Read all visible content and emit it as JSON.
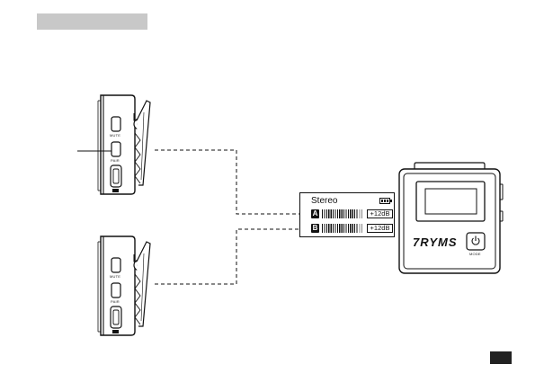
{
  "header": {
    "title": ""
  },
  "transmitters": [
    {
      "mute_label": "MUTE",
      "pair_label": "PAIR"
    },
    {
      "mute_label": "MUTE",
      "pair_label": "PAIR"
    }
  ],
  "display_panel": {
    "mode": "Stereo",
    "channels": [
      {
        "letter": "A",
        "gain": "+12dB"
      },
      {
        "letter": "B",
        "gain": "+12dB"
      }
    ]
  },
  "receiver": {
    "brand": "7RYMS",
    "mode_label": "MODE",
    "power_icon": "power-icon"
  },
  "page": {
    "tab_color": "#222222"
  }
}
